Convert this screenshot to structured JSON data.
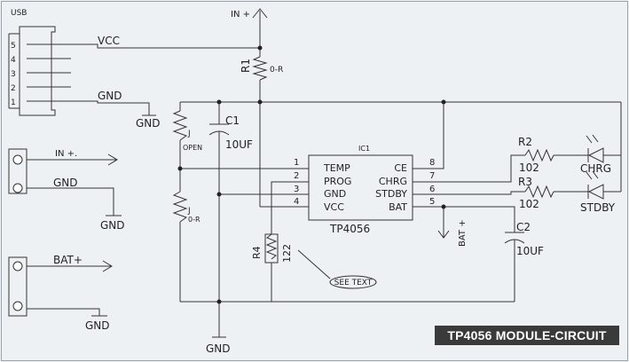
{
  "banner": "TP4056 MODULE-CIRCUIT",
  "usb": {
    "title": "USB",
    "pins": [
      "5",
      "4",
      "3",
      "2",
      "1"
    ],
    "vcc_label": "VCC",
    "gnd_label": "GND",
    "gnd_symbol": "GND"
  },
  "inplus_top": "IN +",
  "r1": {
    "ref": "R1",
    "value": "0-R"
  },
  "c1": {
    "ref": "C1",
    "value": "10UF"
  },
  "j_open": {
    "ref": "J",
    "value": "OPEN"
  },
  "j_0r": {
    "ref": "J",
    "value": "0-R"
  },
  "ic": {
    "ref": "IC1",
    "name": "TP4056",
    "left_pins": [
      {
        "num": "1",
        "name": "TEMP"
      },
      {
        "num": "2",
        "name": "PROG"
      },
      {
        "num": "3",
        "name": "GND"
      },
      {
        "num": "4",
        "name": "VCC"
      }
    ],
    "right_pins": [
      {
        "num": "8",
        "name": "CE"
      },
      {
        "num": "7",
        "name": "CHRG"
      },
      {
        "num": "6",
        "name": "STDBY"
      },
      {
        "num": "5",
        "name": "BAT"
      }
    ]
  },
  "r2": {
    "ref": "R2",
    "value": "102"
  },
  "r3": {
    "ref": "R3",
    "value": "102"
  },
  "led_chrg": "CHRG",
  "led_stdby": "STDBY",
  "c2": {
    "ref": "C2",
    "value": "10UF"
  },
  "bat_plus_right": "BAT +",
  "r4": {
    "ref": "R4",
    "value": "122"
  },
  "see_text": "SEE TEXT",
  "conn_in": {
    "label_in": "IN +.",
    "label_gnd": "GND",
    "gnd_symbol": "GND"
  },
  "conn_bat": {
    "label_bat": "BAT+",
    "gnd_symbol": "GND"
  },
  "gnd_bottom": "GND"
}
